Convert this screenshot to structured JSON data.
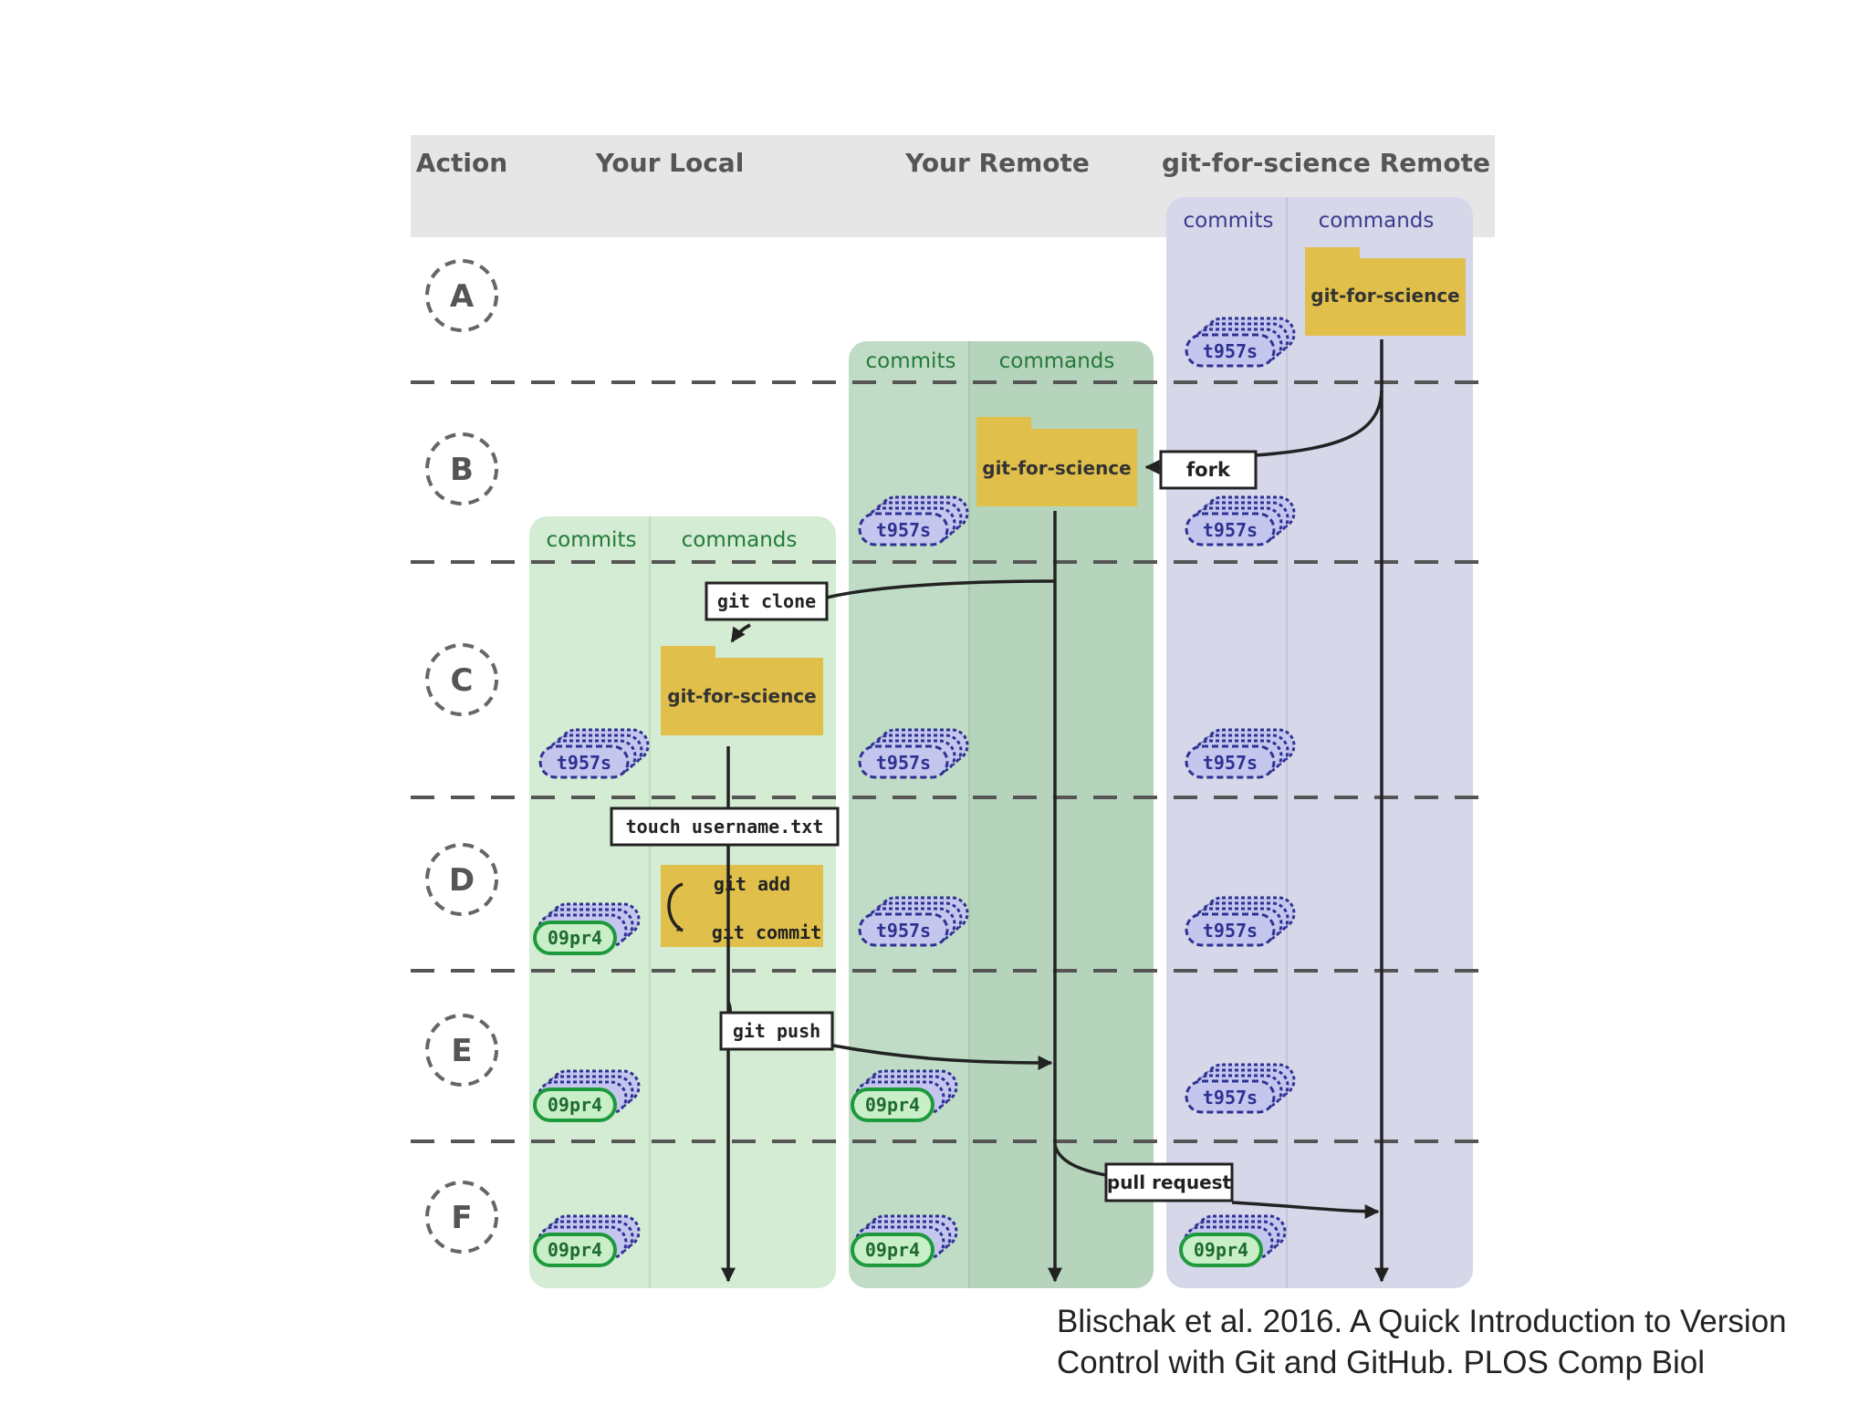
{
  "headers": {
    "action": "Action",
    "local": "Your Local",
    "remote": "Your Remote",
    "upstream": "git-for-science Remote"
  },
  "column_labels": {
    "commits": "commits",
    "commands": "commands"
  },
  "repo_name": "git-for-science",
  "steps": [
    "A",
    "B",
    "C",
    "D",
    "E",
    "F"
  ],
  "commands": {
    "fork": "fork",
    "clone": "git clone",
    "touch": "touch username.txt",
    "add": "git add",
    "commit": "git commit",
    "push": "git push",
    "pull_request": "pull request"
  },
  "commit_ids": {
    "initial": "t957s",
    "new": "09pr4"
  },
  "colors": {
    "header_band": "#e6e6e6",
    "local_panel": "#d3ecd3",
    "remote_panel": "#c0dcc6",
    "upstream_panel": "#d7d7ea",
    "folder": "#e0c04a",
    "commit_blue": "#2e3192",
    "commit_green": "#1e9a3c"
  },
  "citation": {
    "line1": "Blischak et al. 2016. A Quick Introduction to Version",
    "line2": "Control with Git and GitHub. PLOS Comp Biol"
  }
}
